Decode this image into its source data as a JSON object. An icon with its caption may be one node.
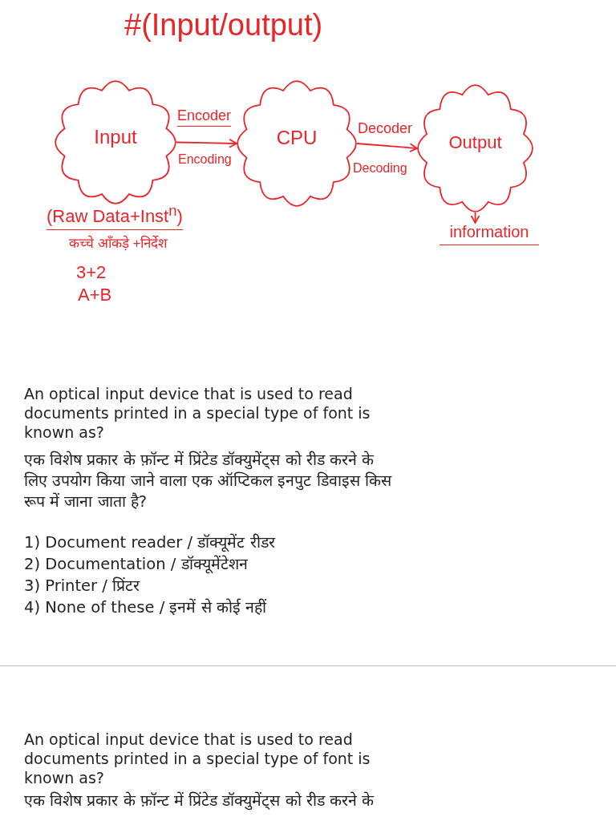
{
  "diagram": {
    "title": "#(Input/output)",
    "nodes": [
      {
        "text": [
          "Input"
        ]
      },
      {
        "text": [
          "CPU"
        ]
      },
      {
        "text": [
          "Output"
        ]
      },
      {
        "text": [
          "information"
        ]
      }
    ],
    "edges": [
      {
        "from": 0,
        "to": 1,
        "arrow": "to",
        "label": "Encoder"
      },
      {
        "from": 1,
        "to": 2,
        "arrow": "to",
        "label": "Decoder"
      },
      {
        "from": 2,
        "to": 3,
        "arrow": "to"
      }
    ],
    "labels": [
      "Encoding",
      "Decoding",
      "(Raw Data+Inst$^{n}$)",
      "कच्चे आँकड़े +निर्देश",
      "3+2",
      "A+B",
      "An optical input device that is used to read documents printed in a special type of font is known as?",
      "एक विशेष प्रकार के फ़ॉन्ट में प्रिंटेड डॉक्युमेंट्स को रीड करने के लिए उपयोग किया जाने वाला एक ऑप्टिकल इनपुट डिवाइस किस रूप में जाना जाता है?",
      "1) Document reader / डॉक्यूमेंट रीडर",
      "2) Documentation / डॉक्यूमेंटेशन",
      "3) Printer / प्रिंटर",
      "4) None of these / इनमें से कोई नहीं",
      "An optical input device that is used to read documents printed in a special type of font is known as?",
      "एक विशेष प्रकार के फ़ॉन्ट में प्रिंटेड डॉक्युमेंट्स को रीड करने के"
    ]
  }
}
